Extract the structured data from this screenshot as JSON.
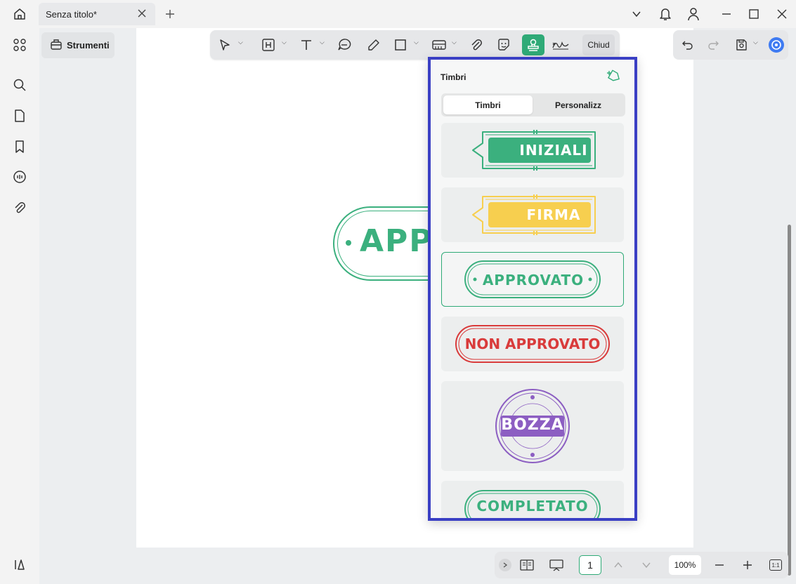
{
  "tab": {
    "title": "Senza titolo*"
  },
  "sidebar": {
    "strumenti_label": "Strumenti"
  },
  "toolbar": {
    "close_label": "Chiud"
  },
  "stamp_panel": {
    "title": "Timbri",
    "tabs": [
      {
        "label": "Timbri",
        "active": true
      },
      {
        "label": "Personalizz",
        "active": false
      }
    ],
    "stamps": [
      {
        "label": "INIZIALI",
        "color": "#3bb07e"
      },
      {
        "label": "FIRMA",
        "color": "#f7cf4f"
      },
      {
        "label": "APPROVATO",
        "color": "#3bb07e",
        "selected": true
      },
      {
        "label": "NON APPROVATO",
        "color": "#d93b3b"
      },
      {
        "label": "BOZZA",
        "color": "#8c5ec2"
      },
      {
        "label": "COMPLETATO",
        "color": "#3bb07e"
      }
    ]
  },
  "canvas_stamp": {
    "label": "APP",
    "color": "#3bb07e"
  },
  "statusbar": {
    "page": "1",
    "zoom": "100%",
    "fit_label": "1:1"
  },
  "colors": {
    "accent": "#2faa77",
    "panel_border": "#3a3fc4"
  }
}
